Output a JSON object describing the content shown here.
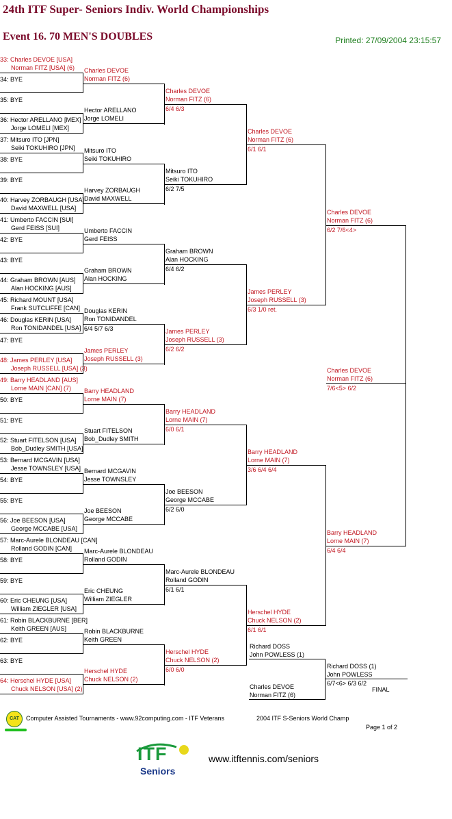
{
  "header": {
    "title": "24th ITF Super- Seniors Indiv. World Championships",
    "event": "Event 16. 70 MEN'S DOUBLES",
    "printed": "Printed: 27/09/2004 23:15:57"
  },
  "colors": {
    "title": "#7a0a2a",
    "highlight": "#c0141e",
    "printed": "#1f7f1f"
  },
  "bracket": {
    "round1": [
      {
        "seed": "33:",
        "l1": "Charles DEVOE [USA]",
        "l2": "Norman FITZ [USA] (6)",
        "hl": true
      },
      {
        "seed": "34:",
        "l1": "BYE",
        "l2": "",
        "hl": false
      },
      {
        "seed": "35:",
        "l1": "BYE",
        "l2": "",
        "hl": false
      },
      {
        "seed": "36:",
        "l1": "Hector ARELLANO [MEX]",
        "l2": "Jorge LOMELI [MEX]",
        "hl": false
      },
      {
        "seed": "37:",
        "l1": "Mitsuro ITO [JPN]",
        "l2": "Seiki TOKUHIRO [JPN]",
        "hl": false
      },
      {
        "seed": "38:",
        "l1": "BYE",
        "l2": "",
        "hl": false
      },
      {
        "seed": "39:",
        "l1": "BYE",
        "l2": "",
        "hl": false
      },
      {
        "seed": "40:",
        "l1": "Harvey ZORBAUGH [USA]",
        "l2": "David MAXWELL [USA]",
        "hl": false
      },
      {
        "seed": "41:",
        "l1": "Umberto FACCIN [SUI]",
        "l2": "Gerd FEISS [SUI]",
        "hl": false
      },
      {
        "seed": "42:",
        "l1": "BYE",
        "l2": "",
        "hl": false
      },
      {
        "seed": "43:",
        "l1": "BYE",
        "l2": "",
        "hl": false
      },
      {
        "seed": "44:",
        "l1": "Graham BROWN [AUS]",
        "l2": "Alan HOCKING [AUS]",
        "hl": false
      },
      {
        "seed": "45:",
        "l1": "Richard MOUNT [USA]",
        "l2": "Frank SUTCLIFFE [CAN]",
        "hl": false
      },
      {
        "seed": "46:",
        "l1": "Douglas KERIN [USA]",
        "l2": "Ron TONIDANDEL [USA]",
        "hl": false
      },
      {
        "seed": "47:",
        "l1": "BYE",
        "l2": "",
        "hl": false
      },
      {
        "seed": "48:",
        "l1": "James PERLEY [USA]",
        "l2": "Joseph RUSSELL [USA] (3)",
        "hl": true
      },
      {
        "seed": "49:",
        "l1": "Barry HEADLAND [AUS]",
        "l2": "Lorne MAIN [CAN] (7)",
        "hl": true
      },
      {
        "seed": "50:",
        "l1": "BYE",
        "l2": "",
        "hl": false
      },
      {
        "seed": "51:",
        "l1": "BYE",
        "l2": "",
        "hl": false
      },
      {
        "seed": "52:",
        "l1": "Stuart FITELSON [USA]",
        "l2": "Bob_Dudley SMITH [USA]",
        "hl": false
      },
      {
        "seed": "53:",
        "l1": "Bernard MCGAVIN [USA]",
        "l2": "Jesse TOWNSLEY [USA]",
        "hl": false
      },
      {
        "seed": "54:",
        "l1": "BYE",
        "l2": "",
        "hl": false
      },
      {
        "seed": "55:",
        "l1": "BYE",
        "l2": "",
        "hl": false
      },
      {
        "seed": "56:",
        "l1": "Joe BEESON [USA]",
        "l2": "George MCCABE [USA]",
        "hl": false
      },
      {
        "seed": "57:",
        "l1": "Marc-Aurele BLONDEAU [CAN]",
        "l2": "Rolland GODIN [CAN]",
        "hl": false
      },
      {
        "seed": "58:",
        "l1": "BYE",
        "l2": "",
        "hl": false
      },
      {
        "seed": "59:",
        "l1": "BYE",
        "l2": "",
        "hl": false
      },
      {
        "seed": "60:",
        "l1": "Eric CHEUNG [USA]",
        "l2": "William ZIEGLER [USA]",
        "hl": false
      },
      {
        "seed": "61:",
        "l1": "Robin BLACKBURNE [BER]",
        "l2": "Keith GREEN [AUS]",
        "hl": false
      },
      {
        "seed": "62:",
        "l1": "BYE",
        "l2": "",
        "hl": false
      },
      {
        "seed": "63:",
        "l1": "BYE",
        "l2": "",
        "hl": false
      },
      {
        "seed": "64:",
        "l1": "Herschel HYDE [USA]",
        "l2": "Chuck NELSON [USA] (2)",
        "hl": true
      }
    ],
    "round2": [
      {
        "l1": "Charles DEVOE",
        "l2": "Norman FITZ (6)",
        "score": "",
        "hl": true
      },
      {
        "l1": "Hector ARELLANO",
        "l2": "Jorge LOMELI",
        "score": "",
        "hl": false
      },
      {
        "l1": "Mitsuro ITO",
        "l2": "Seiki TOKUHIRO",
        "score": "",
        "hl": false
      },
      {
        "l1": "Harvey ZORBAUGH",
        "l2": "David MAXWELL",
        "score": "",
        "hl": false
      },
      {
        "l1": "Umberto FACCIN",
        "l2": "Gerd FEISS",
        "score": "",
        "hl": false
      },
      {
        "l1": "Graham BROWN",
        "l2": "Alan HOCKING",
        "score": "",
        "hl": false
      },
      {
        "l1": "Douglas KERIN",
        "l2": "Ron TONIDANDEL",
        "score": "6/4 5/7 6/3",
        "hl": false
      },
      {
        "l1": "James PERLEY",
        "l2": "Joseph RUSSELL (3)",
        "score": "",
        "hl": true
      },
      {
        "l1": "Barry HEADLAND",
        "l2": "Lorne MAIN (7)",
        "score": "",
        "hl": true
      },
      {
        "l1": "Stuart FITELSON",
        "l2": "Bob_Dudley SMITH",
        "score": "",
        "hl": false
      },
      {
        "l1": "Bernard MCGAVIN",
        "l2": "Jesse TOWNSLEY",
        "score": "",
        "hl": false
      },
      {
        "l1": "Joe BEESON",
        "l2": "George MCCABE",
        "score": "",
        "hl": false
      },
      {
        "l1": "Marc-Aurele BLONDEAU",
        "l2": "Rolland GODIN",
        "score": "",
        "hl": false
      },
      {
        "l1": "Eric CHEUNG",
        "l2": "William ZIEGLER",
        "score": "",
        "hl": false
      },
      {
        "l1": "Robin BLACKBURNE",
        "l2": "Keith GREEN",
        "score": "",
        "hl": false
      },
      {
        "l1": "Herschel HYDE",
        "l2": "Chuck NELSON (2)",
        "score": "",
        "hl": true
      }
    ],
    "round3": [
      {
        "l1": "Charles DEVOE",
        "l2": "Norman FITZ (6)",
        "score": "6/4 6/3",
        "hl": true
      },
      {
        "l1": "Mitsuro ITO",
        "l2": "Seiki TOKUHIRO",
        "score": "6/2 7/5",
        "hl": false
      },
      {
        "l1": "Graham BROWN",
        "l2": "Alan HOCKING",
        "score": "6/4 6/2",
        "hl": false
      },
      {
        "l1": "James PERLEY",
        "l2": "Joseph RUSSELL (3)",
        "score": "6/2 6/2",
        "hl": true
      },
      {
        "l1": "Barry HEADLAND",
        "l2": "Lorne MAIN (7)",
        "score": "6/0 6/1",
        "hl": true
      },
      {
        "l1": "Joe BEESON",
        "l2": "George MCCABE",
        "score": "6/2 6/0",
        "hl": false
      },
      {
        "l1": "Marc-Aurele BLONDEAU",
        "l2": "Rolland GODIN",
        "score": "6/1 6/1",
        "hl": false
      },
      {
        "l1": "Herschel HYDE",
        "l2": "Chuck NELSON (2)",
        "score": "6/0 6/0",
        "hl": true
      }
    ],
    "round4": [
      {
        "l1": "Charles DEVOE",
        "l2": "Norman FITZ (6)",
        "score": "6/1 6/1",
        "hl": true
      },
      {
        "l1": "James PERLEY",
        "l2": "Joseph RUSSELL (3)",
        "score": "6/3 1/0 ret.",
        "hl": true
      },
      {
        "l1": "Barry HEADLAND",
        "l2": "Lorne MAIN (7)",
        "score": "3/6 6/4 6/4",
        "hl": true
      },
      {
        "l1": "Herschel HYDE",
        "l2": "Chuck NELSON (2)",
        "score": "6/1 6/1",
        "hl": true
      }
    ],
    "round5": [
      {
        "l1": "Charles DEVOE",
        "l2": "Norman FITZ (6)",
        "score": "6/2 7/6<4>",
        "hl": true
      },
      {
        "l1": "Barry HEADLAND",
        "l2": "Lorne MAIN (7)",
        "score": "6/4 6/4",
        "hl": true
      }
    ],
    "round6": [
      {
        "l1": "Charles DEVOE",
        "l2": "Norman FITZ (6)",
        "score": "7/6<5> 6/2",
        "hl": true
      }
    ],
    "final_match": {
      "top": {
        "l1": "Richard DOSS",
        "l2": "John POWLESS (1)"
      },
      "bottom": {
        "l1": "Charles DEVOE",
        "l2": "Norman FITZ (6)"
      },
      "winner": {
        "l1": "Richard DOSS (1)",
        "l2": "John POWLESS",
        "score": "6/7<6> 6/3 6/2"
      },
      "label": "FINAL"
    }
  },
  "footer": {
    "logo_label": "CAT",
    "credit": "Computer Assisted Tournaments - www.92computing.com -   ITF Veterans",
    "event_name": "2004 ITF S-Seniors World Champ",
    "page": "Page 1 of 2",
    "itf_logo_text": "ITF",
    "itf_logo_sub": "Seniors",
    "itf_url": "www.itftennis.com/seniors"
  }
}
